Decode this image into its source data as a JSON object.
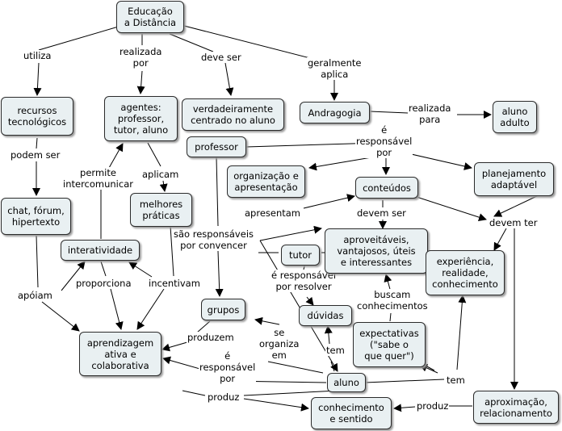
{
  "nodes": {
    "educacao": "Educação\na Distância",
    "recursos": "recursos\ntecnológicos",
    "agentes": "agentes:\nprofessor,\ntutor, aluno",
    "verdadeiramente": "verdadeiramente\ncentrado no aluno",
    "andragogia": "Andragogia",
    "aluno_adulto": "aluno\nadulto",
    "professor": "professor",
    "chat": "chat, fórum,\nhipertexto",
    "melhores": "melhores\npráticas",
    "organizacao": "organização e\napresentação",
    "conteudos": "conteúdos",
    "planejamento": "planejamento\nadaptável",
    "interatividade": "interatividade",
    "aproveitaveis": "aproveitáveis,\nvantajosos, úteis\ne interessantes",
    "tutor": "tutor",
    "experiencia": "experiência,\nrealidade,\nconhecimento",
    "grupos": "grupos",
    "duvidas": "dúvidas",
    "expectativas": "expectativas\n(\"sabe o\nque quer\")",
    "aprendizagem": "aprendizagem\nativa e\ncolaborativa",
    "aluno": "aluno",
    "aproximacao": "aproximação,\nrelacionamento",
    "conhecimento": "conhecimento\ne sentido"
  },
  "links": {
    "utiliza": "utiliza",
    "realizada_por": "realizada\npor",
    "deve_ser": "deve ser",
    "geralmente_aplica": "geralmente\naplica",
    "realizada_para": "realizada\npara",
    "podem_ser": "podem ser",
    "permite": "permite\nintercomunicar",
    "aplicam": "aplicam",
    "e_responsavel_por": "é\nresponsável\npor",
    "apresentam": "apresentam",
    "devem_ser": "devem ser",
    "devem_ter": "devem ter",
    "sao_responsaveis": "são responsáveis\npor convencer",
    "apoiam": "apóiam",
    "proporciona": "proporciona",
    "incentivam": "incentivam",
    "e_responsavel_resolver": "é responsável\npor resolver",
    "buscam": "buscam\nconhecimentos",
    "produzem": "produzem",
    "se_organiza": "se\norganiza\nem",
    "tem1": "tem",
    "e_resp_aluno": "é\nresponsável\npor",
    "tem2": "tem",
    "produz1": "produz",
    "produz2": "produz"
  }
}
